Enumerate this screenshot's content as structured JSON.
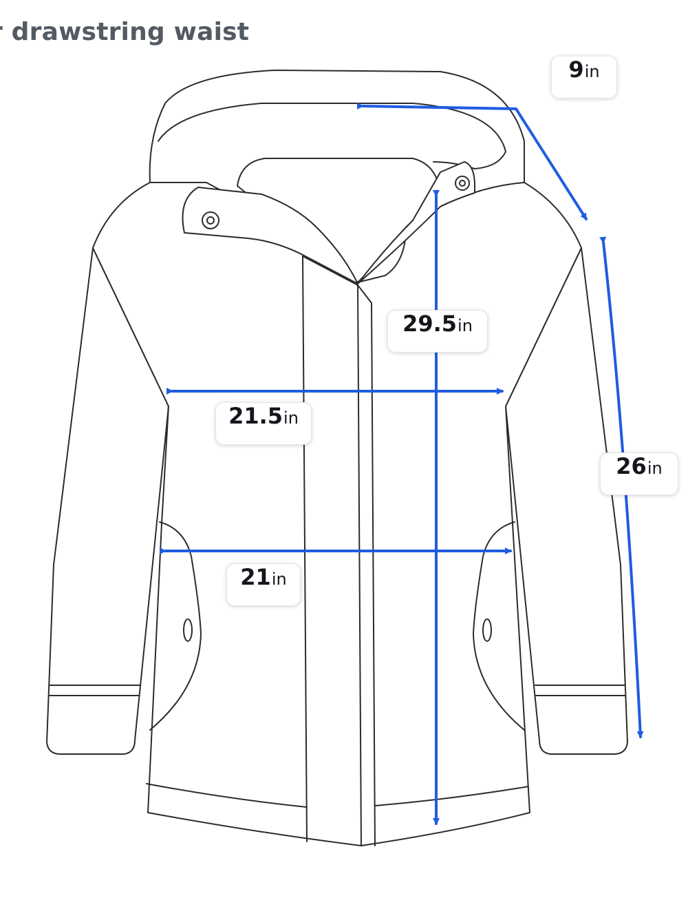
{
  "page": {
    "title": "r drawstring waist"
  },
  "colors": {
    "arrow": "#1f5ce0",
    "outline": "#2b2b2b",
    "title": "#545a64"
  },
  "measurements": {
    "hood": {
      "value": "9",
      "unit": "in"
    },
    "length": {
      "value": "29.5",
      "unit": "in"
    },
    "chest": {
      "value": "21.5",
      "unit": "in"
    },
    "waist": {
      "value": "21",
      "unit": "in"
    },
    "sleeve": {
      "value": "26",
      "unit": "in"
    }
  }
}
